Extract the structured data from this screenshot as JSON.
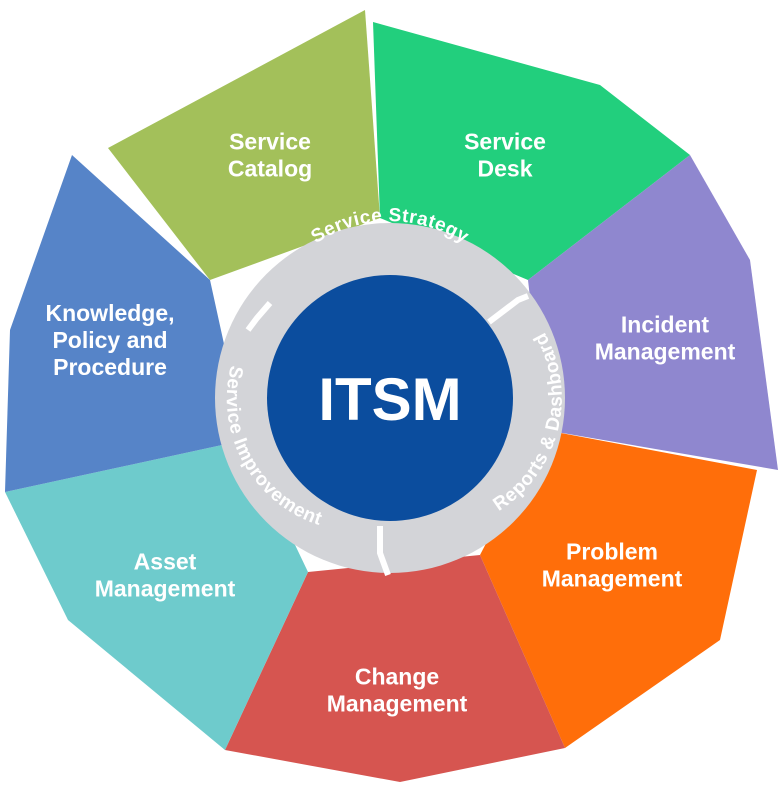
{
  "center": {
    "title": "ITSM",
    "color": "#0b4d9e"
  },
  "ring": {
    "color": "#d3d4d8",
    "labels": [
      {
        "text": "Service Strategy"
      },
      {
        "text": "Reports & Dashboard"
      },
      {
        "text": "Service Improvement"
      }
    ]
  },
  "segments": [
    {
      "id": "service-catalog",
      "lines": [
        "Service",
        "Catalog"
      ],
      "color": "#a3c05a"
    },
    {
      "id": "service-desk",
      "lines": [
        "Service",
        "Desk"
      ],
      "color": "#22cf7d"
    },
    {
      "id": "incident-management",
      "lines": [
        "Incident",
        "Management"
      ],
      "color": "#8f87cf"
    },
    {
      "id": "problem-management",
      "lines": [
        "Problem",
        "Management"
      ],
      "color": "#ff6e0a"
    },
    {
      "id": "change-management",
      "lines": [
        "Change",
        "Management"
      ],
      "color": "#d65550"
    },
    {
      "id": "asset-management",
      "lines": [
        "Asset",
        "Management"
      ],
      "color": "#6ecbcc"
    },
    {
      "id": "knowledge-policy-procedure",
      "lines": [
        "Knowledge,",
        "Policy and",
        "Procedure"
      ],
      "color": "#5684c8"
    }
  ]
}
